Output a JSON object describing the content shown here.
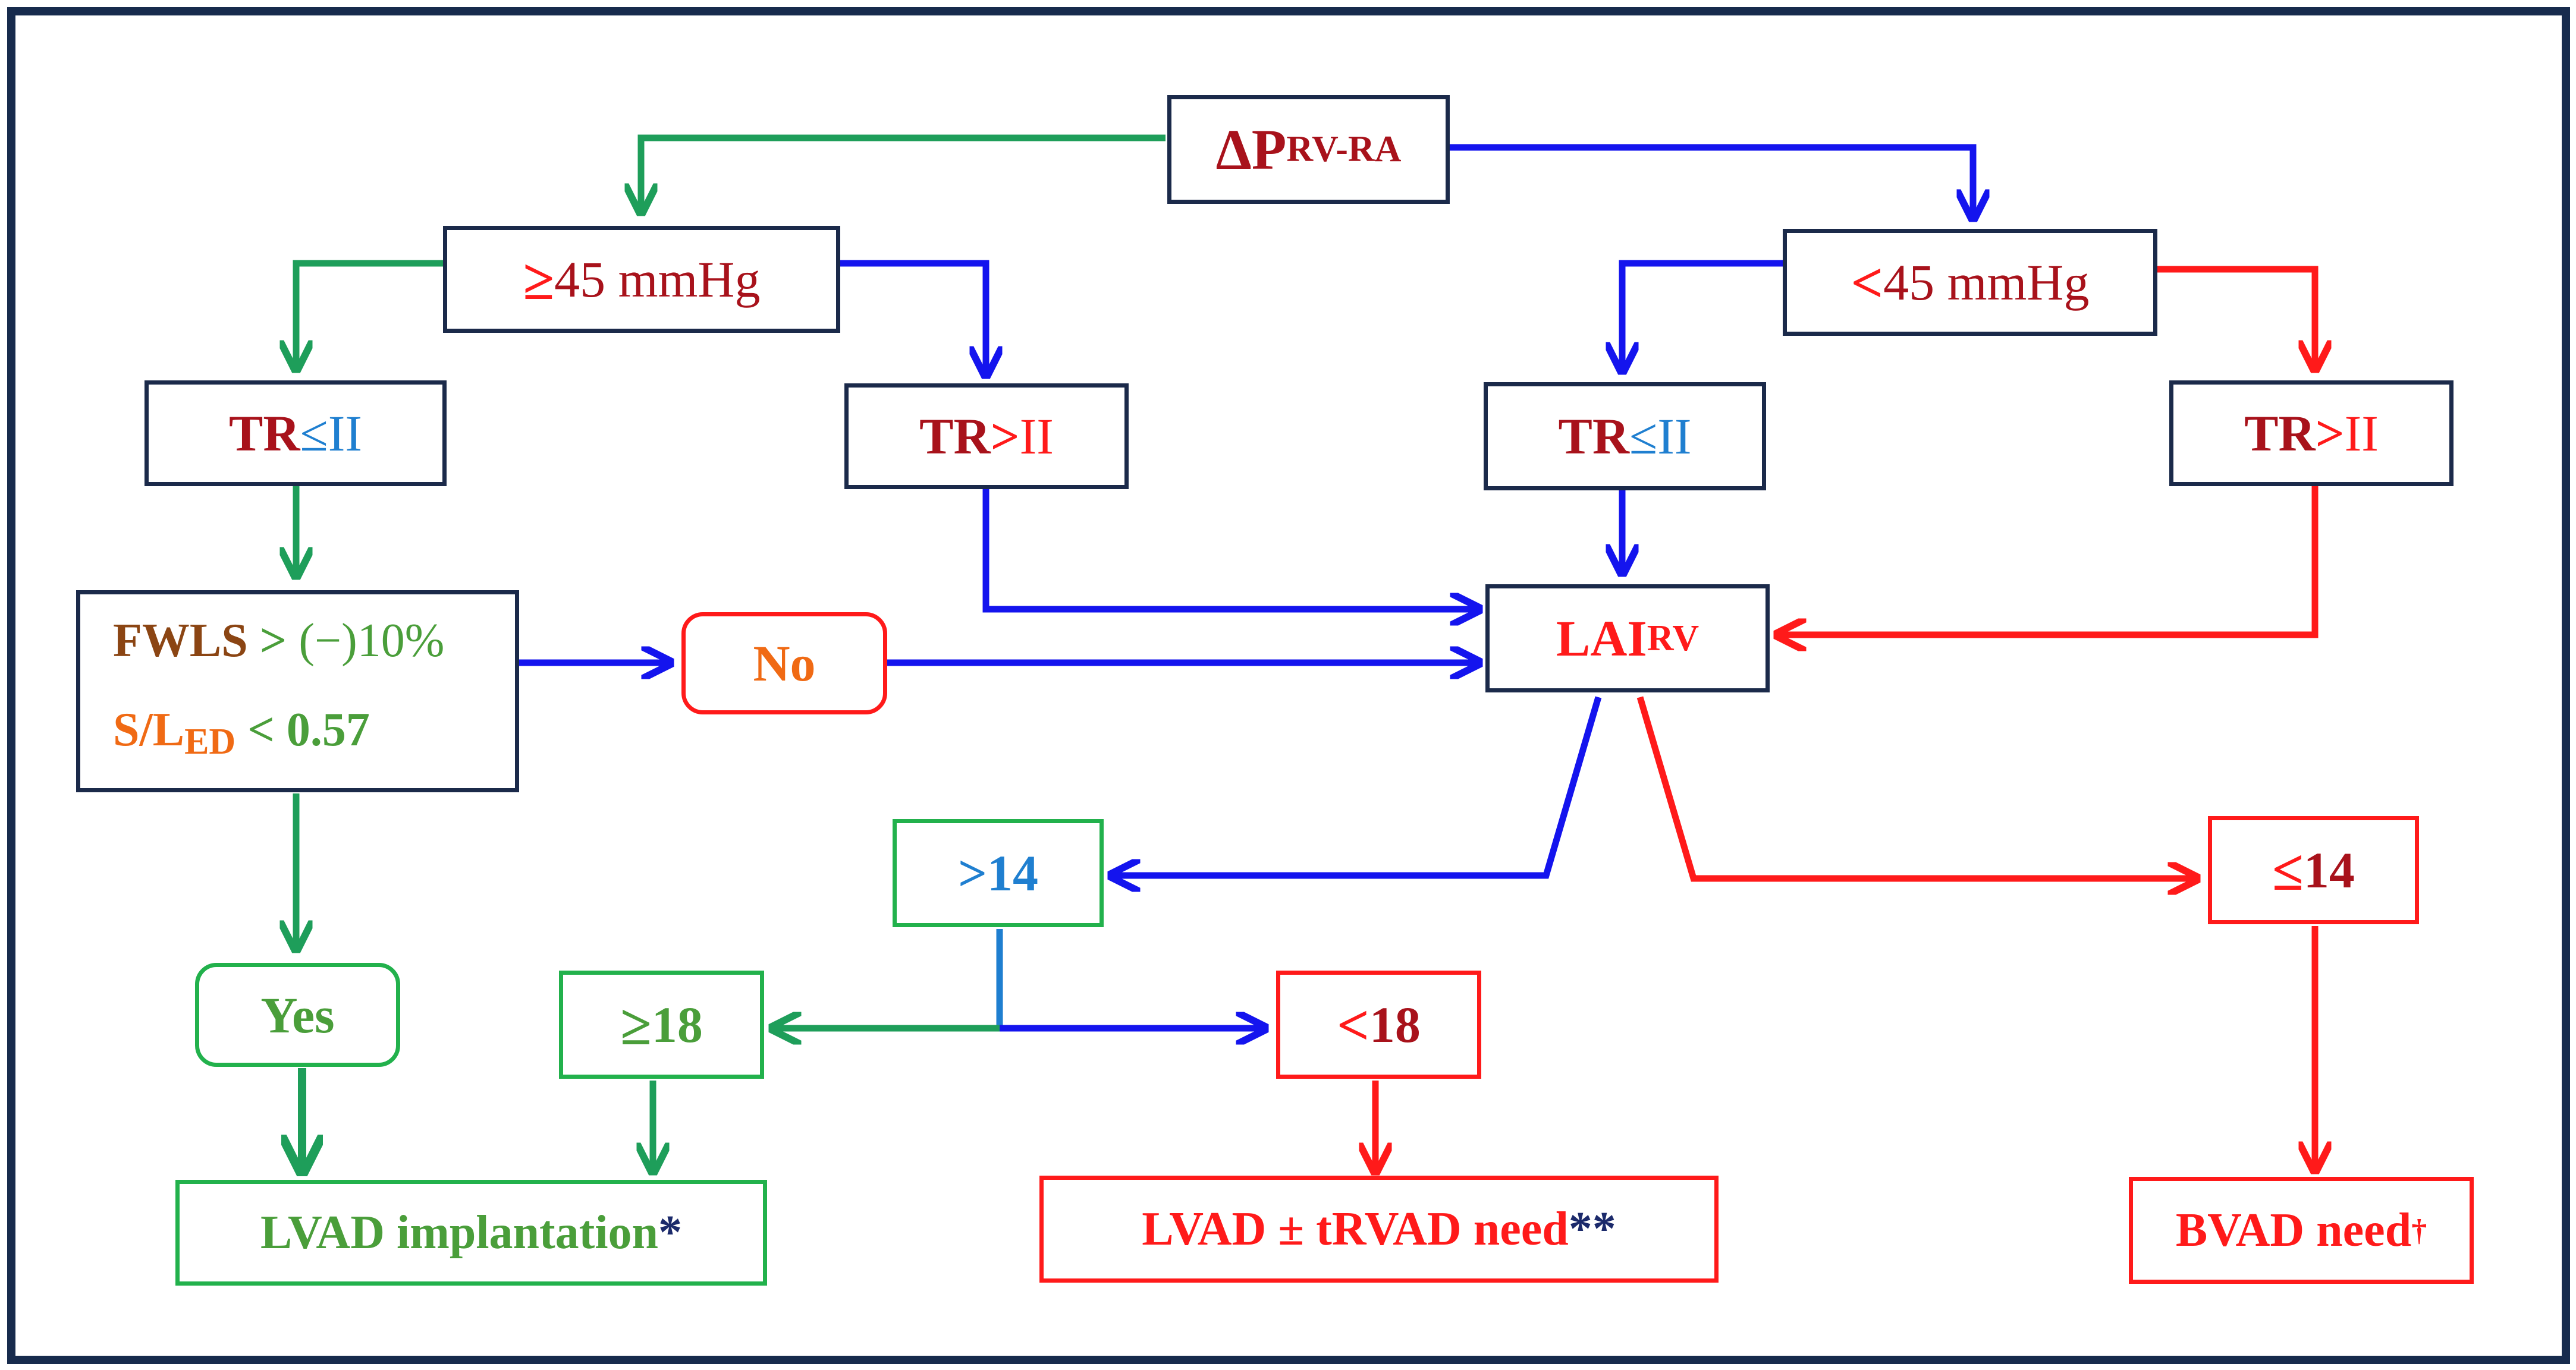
{
  "nodes": {
    "dp": {
      "main": "ΔP",
      "sub": "RV-RA"
    },
    "ge45": {
      "sym": "≥",
      "text": " 45 mmHg"
    },
    "lt45": {
      "sym": "<",
      "text": " 45 mmHg"
    },
    "tr_le_left": {
      "label": "TR ",
      "op": "≤",
      "val": " II"
    },
    "tr_gt_left": {
      "label": "TR ",
      "op": ">",
      "val": " II"
    },
    "tr_le_right": {
      "label": "TR ",
      "op": "≤",
      "val": " II"
    },
    "tr_gt_right": {
      "label": "TR ",
      "op": ">",
      "val": " II"
    },
    "fwls": {
      "label": "FWLS ",
      "op": ">",
      "val": " (−)10%"
    },
    "sl": {
      "label": "S/L",
      "sub": "ED",
      "op": " <",
      "val": " 0.57"
    },
    "no": "No",
    "lai": {
      "main": "LAI",
      "sub": "RV"
    },
    "gt14": ">14",
    "le14": {
      "sym": "≤",
      "val": " 14"
    },
    "yes": "Yes",
    "ge18": {
      "sym": "≥",
      "val": " 18"
    },
    "lt18": {
      "sym": "<",
      "val": " 18"
    },
    "lvad": {
      "text": "LVAD implantation",
      "mark": "*"
    },
    "lvad_trvad": {
      "text": "LVAD ± tRVAD need",
      "mark": "**"
    },
    "bvad": {
      "text": "BVAD need",
      "mark": "†"
    }
  },
  "colors": {
    "frame": "#172b4d",
    "box_navy": "#1b2a4a",
    "box_green": "#22b14c",
    "box_red": "#ff1a1a",
    "arrow_green": "#1e9e5a",
    "arrow_blue": "#1414ee",
    "arrow_red": "#ff1a1a",
    "text_dark_red": "#a8121b",
    "text_light_blue": "#1f7fd0",
    "text_green": "#4a9e3a",
    "text_brown": "#8b4513",
    "text_orange": "#f06a14",
    "text_navy": "#1b2a6b"
  }
}
